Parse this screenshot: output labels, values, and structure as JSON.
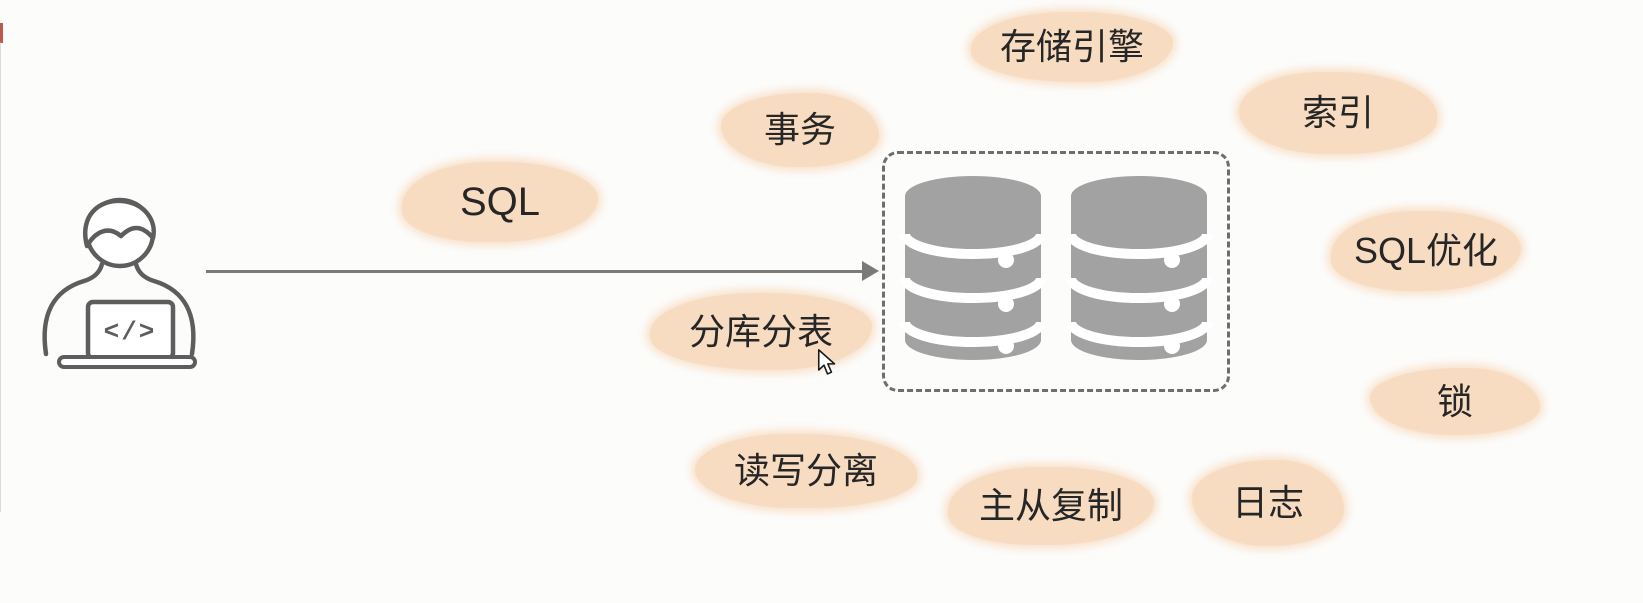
{
  "palette": {
    "canvas_bg": "#fcfcfb",
    "highlight": "#f8dcc2",
    "text": "#262626",
    "database_gray": "#a2a2a2",
    "line_gray": "#7a7a7a",
    "icon_stroke": "#5d5d5d",
    "dashed_border": "#6e6e6e"
  },
  "actor": {
    "icon": "developer-at-laptop-icon",
    "laptop_glyph": "</>"
  },
  "connection": {
    "from": "developer",
    "to": "database-cluster",
    "label_ref": "sql"
  },
  "database_cluster": {
    "icon": "database-cylinder-icon",
    "instances": 2
  },
  "topics": {
    "sql": "SQL",
    "transaction": "事务",
    "storage_engine": "存储引擎",
    "index": "索引",
    "sql_optimization": "SQL优化",
    "lock": "锁",
    "sharding": "分库分表",
    "read_write_separation": "读写分离",
    "master_slave_replication": "主从复制",
    "log": "日志"
  }
}
